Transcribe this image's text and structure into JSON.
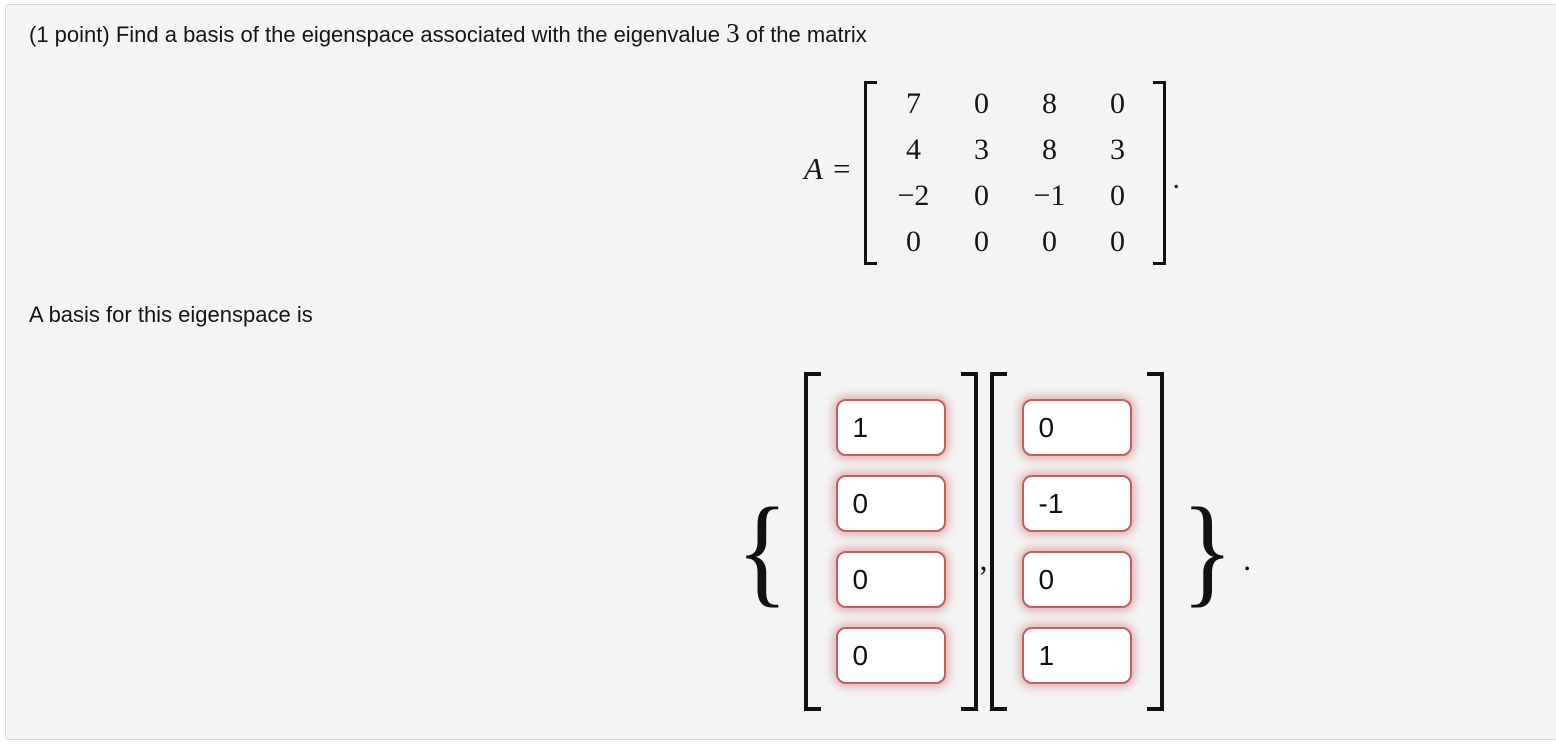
{
  "problem": {
    "points_and_prompt_prefix": "(1 point) Find a basis of the eigenspace associated with the eigenvalue",
    "eigenvalue": "3",
    "prompt_suffix": " of the matrix",
    "basis_line": "A basis for this eigenspace is"
  },
  "matrix": {
    "symbol": "A",
    "equals": "=",
    "cells": [
      [
        "7",
        "0",
        "8",
        "0"
      ],
      [
        "4",
        "3",
        "8",
        "3"
      ],
      [
        "−2",
        "0",
        "−1",
        "0"
      ],
      [
        "0",
        "0",
        "0",
        "0"
      ]
    ],
    "trailing_period": "."
  },
  "answer": {
    "open_brace": "{",
    "close_brace": "}",
    "comma": ",",
    "trailing_period": ".",
    "vectors": [
      {
        "entries": [
          "1",
          "0",
          "0",
          "0"
        ]
      },
      {
        "entries": [
          "0",
          "-1",
          "0",
          "1"
        ]
      }
    ]
  },
  "colors": {
    "panel_background": "#f4f4f4",
    "panel_border": "#d9d9d9",
    "input_border": "#c4605c",
    "input_glow": "rgba(201,91,88,0.45)",
    "text": "#151515"
  }
}
